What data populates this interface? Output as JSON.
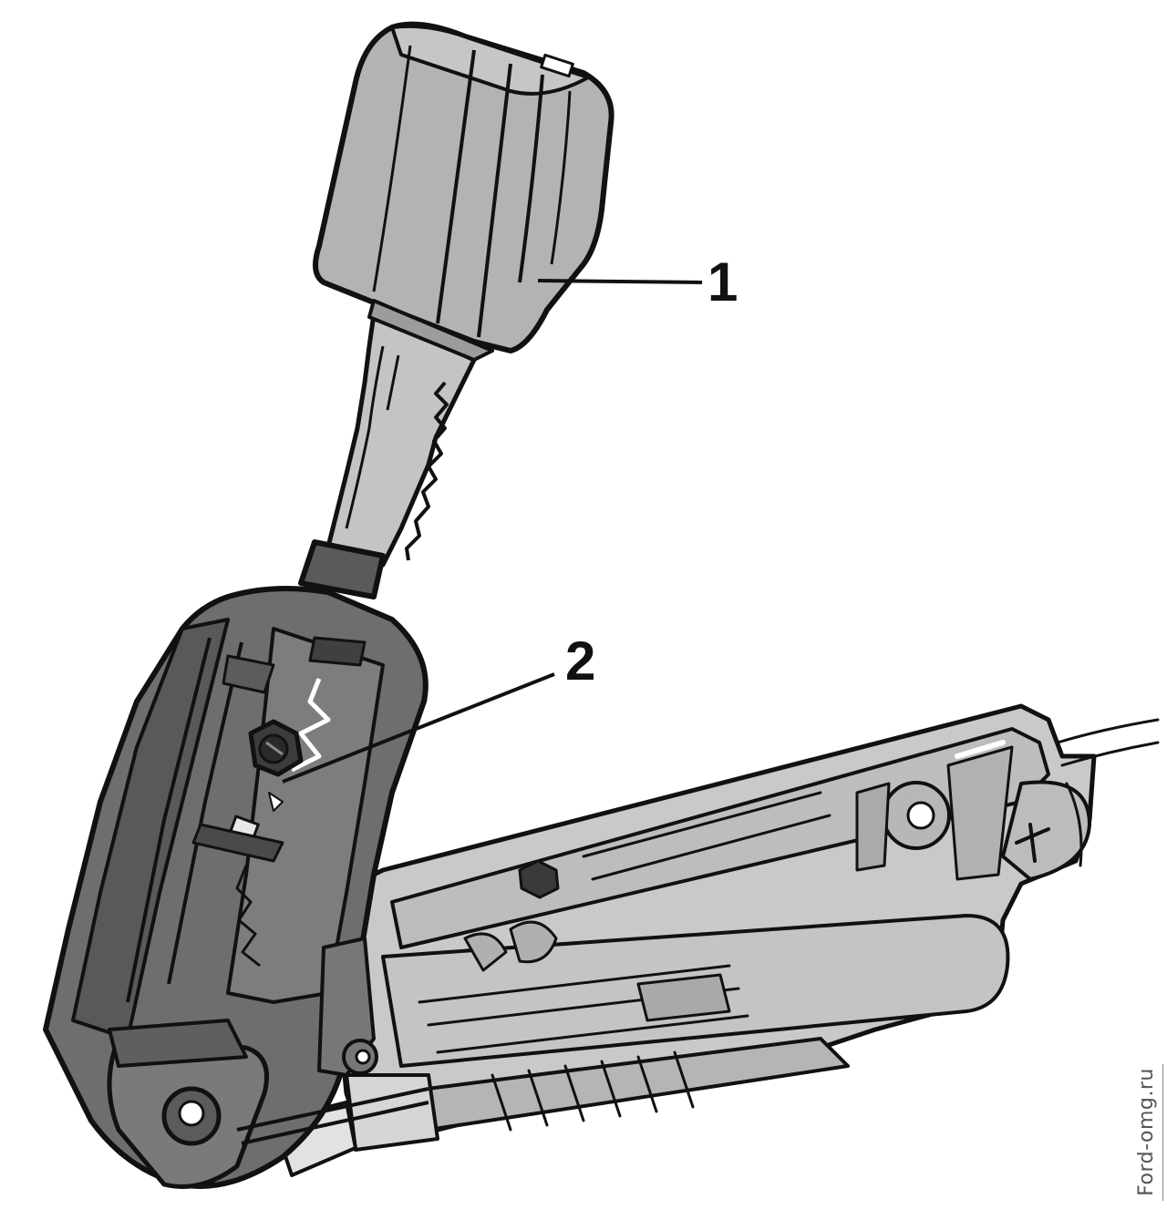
{
  "figure": {
    "callouts": [
      {
        "id": "1",
        "label": "1"
      },
      {
        "id": "2",
        "label": "2"
      }
    ],
    "watermark": "Ford-omg.ru"
  },
  "colors": {
    "background": "#ffffff",
    "line": "#111111",
    "light_fill": "#c9c9c9",
    "mid_fill": "#a8a8a8",
    "dark_fill": "#6e6e6e",
    "darker_fill": "#4d4d4d"
  }
}
